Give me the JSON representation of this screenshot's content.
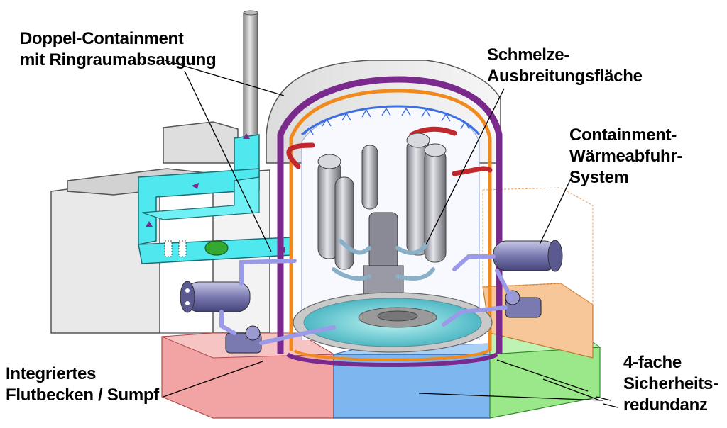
{
  "labels": {
    "double_containment": {
      "line1": "Doppel-Containment",
      "line2": "mit Ringraumabsaugung"
    },
    "melt_spreading": {
      "line1": "Schmelze-",
      "line2": "Ausbreitungsfläche"
    },
    "heat_removal": {
      "line1": "Containment-",
      "line2": "Wärmeabfuhr-",
      "line3": "System"
    },
    "flood_tank": {
      "line1": "Integriertes",
      "line2": "Flutbecken / Sumpf"
    },
    "redundancy": {
      "line1": "4-fache",
      "line2": "Sicherheits-",
      "line3": "redundanz"
    }
  },
  "colors": {
    "duct": "#4fe8ef",
    "outer_containment": "#7a2a8c",
    "inner_containment": "#f08a1e",
    "spray_lines": "#3d6fe0",
    "hot_pipes": "#c0282c",
    "sump_red": "#f2a4a4",
    "sump_blue": "#7eb6f0",
    "sump_green": "#9be88a",
    "sump_orange": "#f7c79a"
  }
}
